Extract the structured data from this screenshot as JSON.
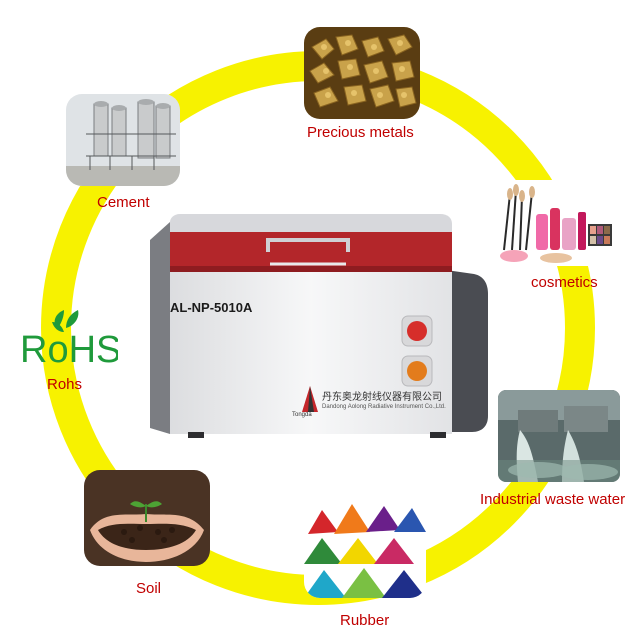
{
  "labels": {
    "precious_metals": "Precious metals",
    "cement": "Cement",
    "cosmetics": "cosmetics",
    "rohs": "Rohs",
    "industrial_waste_water": "Industrial waste water",
    "soil": "Soil",
    "rubber": "Rubber"
  },
  "machine": {
    "model": "AL-NP-5010A",
    "logo_text": "Tongda",
    "company_cn": "丹东奥龙射线仪器有限公司",
    "company_en": "Dandong Aolong Radiative Instrument Co.,Ltd."
  },
  "rohs_logo": {
    "text": "RoHS"
  },
  "colors": {
    "ring": "#f7f200",
    "label": "#c00000",
    "machine_body": "#f1f1f3",
    "machine_accent": "#b3262a",
    "rohs_green": "#1f9a3b"
  }
}
